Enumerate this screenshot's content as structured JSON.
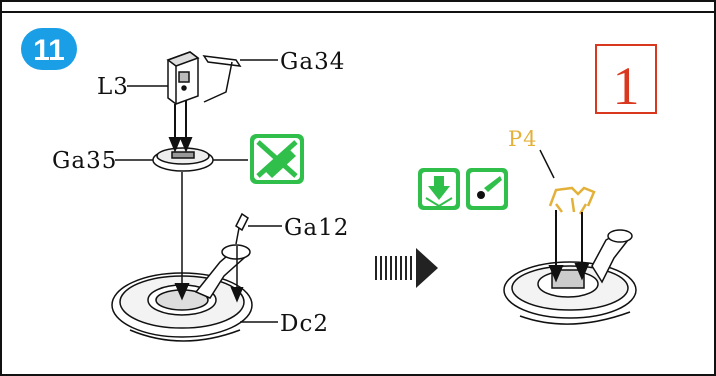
{
  "step": {
    "number": "11",
    "badge_color": "#1a9ee6"
  },
  "sub_step": {
    "number": "1",
    "color": "#d9381e"
  },
  "labels": {
    "l3": "L3",
    "ga34": "Ga34",
    "ga35": "Ga35",
    "ga12": "Ga12",
    "dc2": "Dc2",
    "p4": "P4"
  },
  "icons": {
    "no_lubricant": "no-grease-icon",
    "push_down": "push-down-icon",
    "apply_grease": "grease-applicator-icon",
    "next_arrow": "striped-arrow-icon"
  },
  "colors": {
    "icon_green": "#2fbf4a",
    "highlight_part": "#e3b13a",
    "line": "#111111"
  }
}
